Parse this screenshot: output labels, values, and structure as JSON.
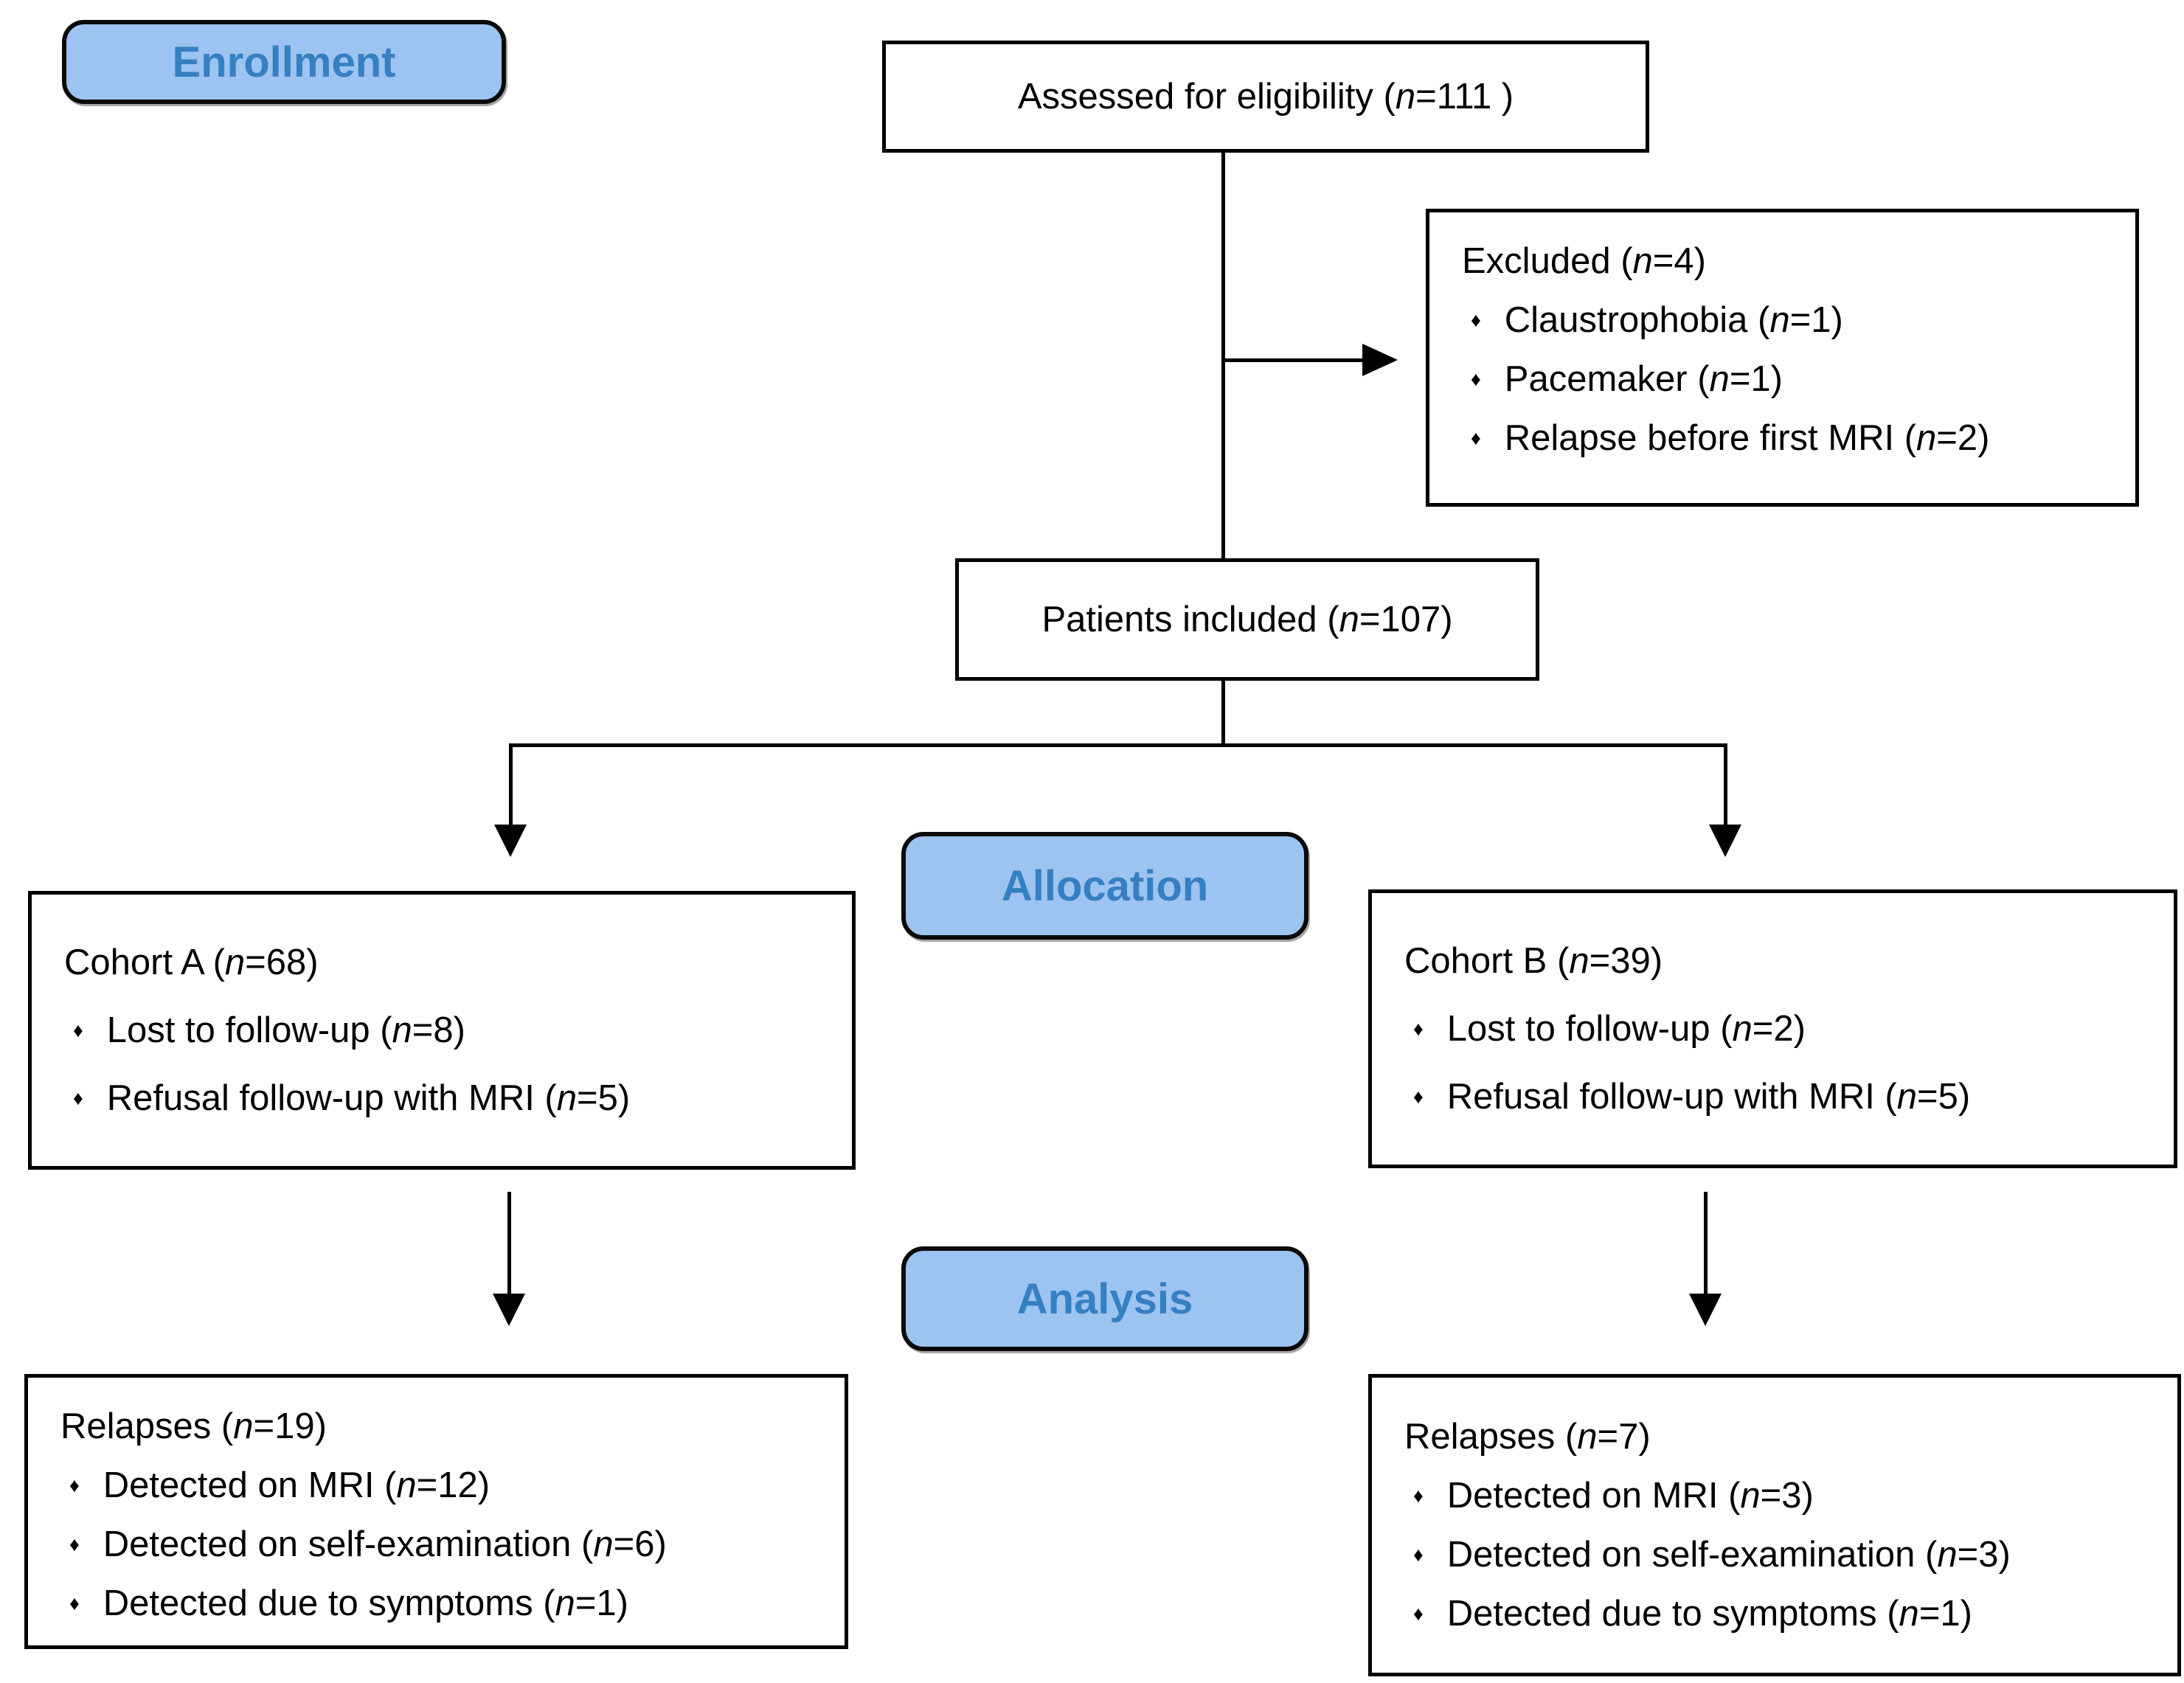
{
  "bullet_glyph": "♦",
  "colors": {
    "stage_fill": "#9dc3f0",
    "stage_text": "#3580c2",
    "box_border": "#000000",
    "line_color": "#000000",
    "background": "#ffffff"
  },
  "stages": {
    "enrollment": {
      "label": "Enrollment"
    },
    "allocation": {
      "label": "Allocation"
    },
    "analysis": {
      "label": "Analysis"
    }
  },
  "boxes": {
    "assessed": {
      "line": {
        "pre": "Assessed for eligibility (",
        "var": "n",
        "post": "=111 )"
      }
    },
    "excluded": {
      "title": {
        "pre": "Excluded (",
        "var": "n",
        "post": "=4)"
      },
      "items": [
        {
          "pre": "Claustrophobia (",
          "var": "n",
          "post": "=1)"
        },
        {
          "pre": "Pacemaker (",
          "var": "n",
          "post": "=1)"
        },
        {
          "pre": "Relapse before first MRI (",
          "var": "n",
          "post": "=2)"
        }
      ]
    },
    "included": {
      "line": {
        "pre": "Patients included (",
        "var": "n",
        "post": "=107)"
      }
    },
    "cohort_a": {
      "title": {
        "pre": "Cohort A (",
        "var": "n",
        "post": "=68)"
      },
      "items": [
        {
          "pre": "Lost to follow-up (",
          "var": "n",
          "post": "=8)"
        },
        {
          "pre": "Refusal follow-up with MRI (",
          "var": "n",
          "post": "=5)"
        }
      ]
    },
    "cohort_b": {
      "title": {
        "pre": "Cohort B (",
        "var": "n",
        "post": "=39)"
      },
      "items": [
        {
          "pre": "Lost to follow-up (",
          "var": "n",
          "post": "=2)"
        },
        {
          "pre": "Refusal follow-up with MRI (",
          "var": "n",
          "post": "=5)"
        }
      ]
    },
    "relapses_a": {
      "title": {
        "pre": "Relapses (",
        "var": "n",
        "post": "=19)"
      },
      "items": [
        {
          "pre": "Detected on MRI (",
          "var": "n",
          "post": "=12)"
        },
        {
          "pre": "Detected on self-examination (",
          "var": "n",
          "post": "=6)"
        },
        {
          "pre": "Detected due to symptoms (",
          "var": "n",
          "post": "=1)"
        }
      ]
    },
    "relapses_b": {
      "title": {
        "pre": "Relapses (",
        "var": "n",
        "post": "=7)"
      },
      "items": [
        {
          "pre": "Detected on MRI (",
          "var": "n",
          "post": "=3)"
        },
        {
          "pre": "Detected on self-examination (",
          "var": "n",
          "post": "=3)"
        },
        {
          "pre": "Detected due to symptoms (",
          "var": "n",
          "post": "=1)"
        }
      ]
    }
  }
}
